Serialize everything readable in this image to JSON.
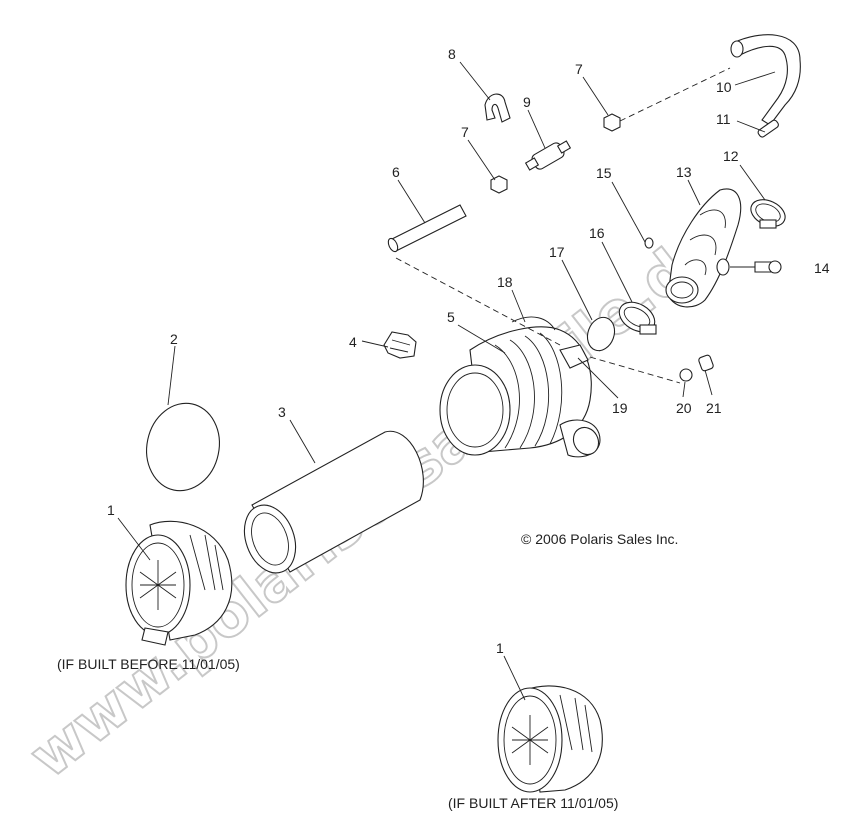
{
  "watermark": "www.polarisersatzteile.de",
  "copyright": "© 2006 Polaris Sales Inc.",
  "captions": {
    "built_before": "(IF BUILT BEFORE 11/01/05)",
    "built_after": "(IF BUILT AFTER 11/01/05)"
  },
  "callouts": {
    "c1a": "1",
    "c1b": "1",
    "c2": "2",
    "c3": "3",
    "c4": "4",
    "c5": "5",
    "c6": "6",
    "c7a": "7",
    "c7b": "7",
    "c8": "8",
    "c9": "9",
    "c10": "10",
    "c11": "11",
    "c12": "12",
    "c13": "13",
    "c14": "14",
    "c15": "15",
    "c16": "16",
    "c17": "17",
    "c18": "18",
    "c19": "19",
    "c20": "20",
    "c21": "21"
  }
}
